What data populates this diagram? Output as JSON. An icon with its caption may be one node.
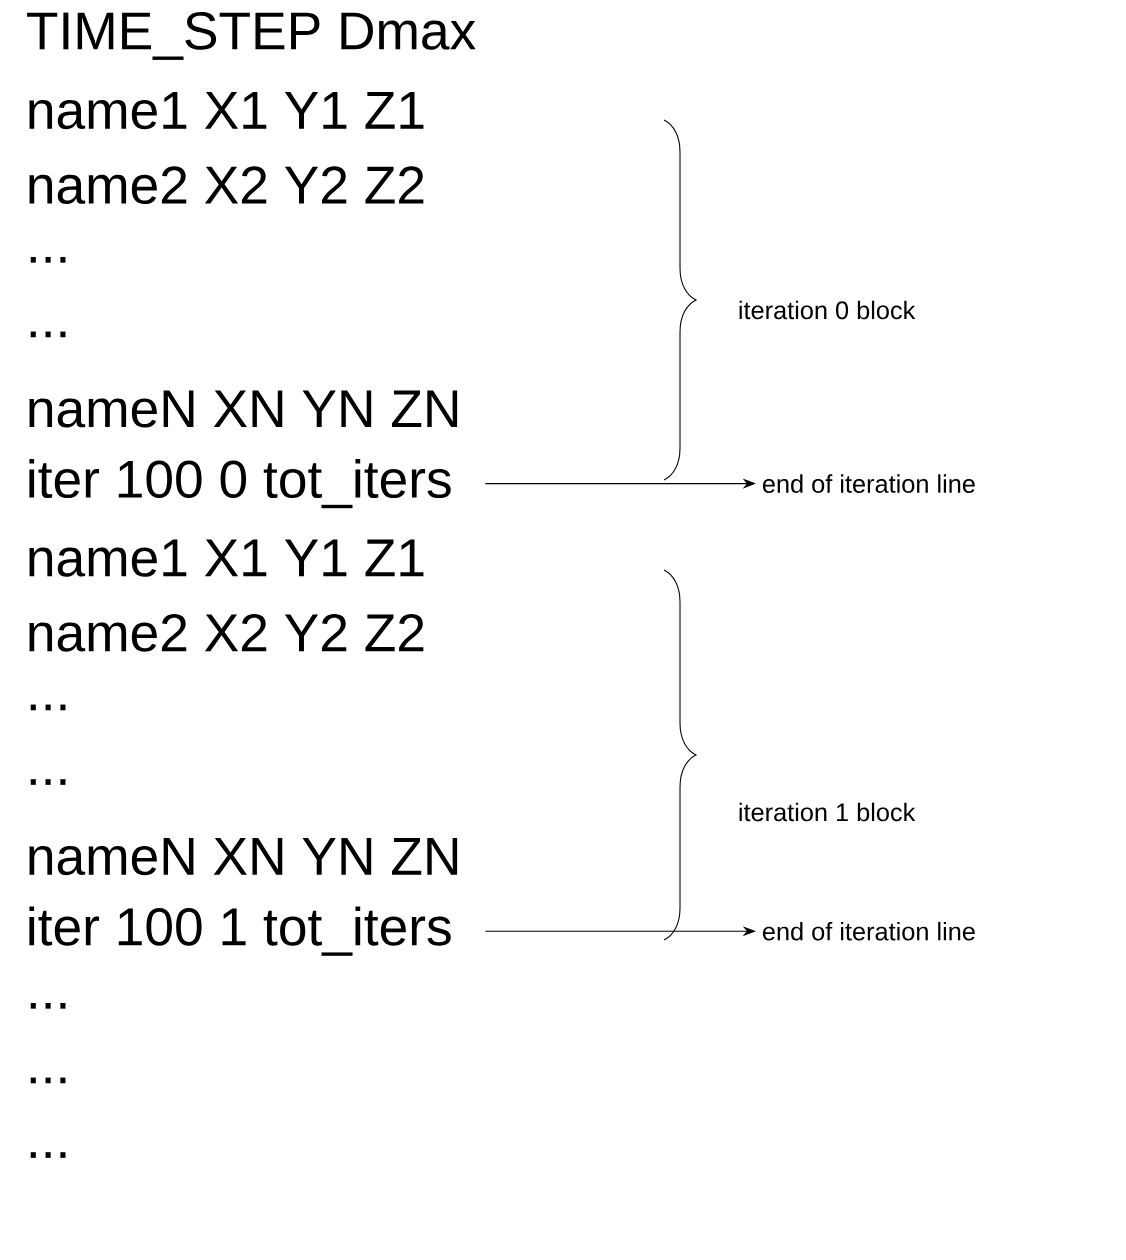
{
  "diagram": {
    "nodes": [
      {
        "text": [
          "iter 100 0 tot_iters"
        ]
      },
      {
        "text": [
          "end of iteration line"
        ]
      },
      {
        "text": [
          "iter 100 1 tot_iters"
        ]
      },
      {
        "text": [
          "end of iteration line"
        ]
      }
    ],
    "edges": [
      {
        "from": 0,
        "to": 1,
        "arrow": "to"
      },
      {
        "from": 2,
        "to": 3,
        "arrow": "to"
      }
    ],
    "labels": [
      "TIME_STEP Dmax",
      "name1 X1 Y1 Z1",
      "name2 X2 Y2 Z2",
      "...",
      "...",
      "nameN XN YN ZN",
      "iteration 0 block",
      "name1 X1 Y1 Z1",
      "name2 X2 Y2 Z2",
      "...",
      "...",
      "nameN XN YN ZN",
      "iteration 1 block",
      "...",
      "...",
      "..."
    ]
  }
}
